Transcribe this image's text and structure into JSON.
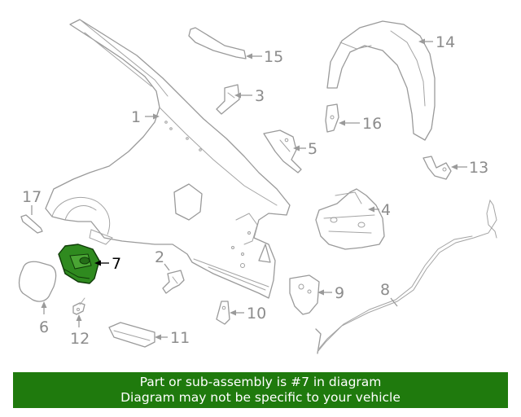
{
  "diagram": {
    "callouts": [
      {
        "id": "1",
        "label": "1"
      },
      {
        "id": "2",
        "label": "2"
      },
      {
        "id": "3",
        "label": "3"
      },
      {
        "id": "4",
        "label": "4"
      },
      {
        "id": "5",
        "label": "5"
      },
      {
        "id": "6",
        "label": "6"
      },
      {
        "id": "7",
        "label": "7"
      },
      {
        "id": "8",
        "label": "8"
      },
      {
        "id": "9",
        "label": "9"
      },
      {
        "id": "10",
        "label": "10"
      },
      {
        "id": "11",
        "label": "11"
      },
      {
        "id": "12",
        "label": "12"
      },
      {
        "id": "13",
        "label": "13"
      },
      {
        "id": "14",
        "label": "14"
      },
      {
        "id": "15",
        "label": "15"
      },
      {
        "id": "16",
        "label": "16"
      },
      {
        "id": "17",
        "label": "17"
      }
    ],
    "highlighted_part": "7",
    "highlight_color": "#2f8a1f",
    "line_color": "#9a9a9a"
  },
  "banner": {
    "line1": "Part or sub-assembly is #7 in diagram",
    "line2": "Diagram may not be specific to your vehicle",
    "background": "#1f7a0d",
    "text_color": "#ffffff"
  }
}
